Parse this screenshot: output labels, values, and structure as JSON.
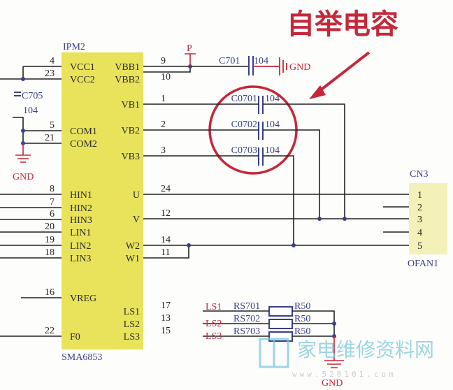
{
  "title": "自举电容",
  "ic": {
    "ref": "IPM2",
    "part": "SMA6853",
    "left_pins": [
      {
        "num": "4",
        "name": "VCC1"
      },
      {
        "num": "23",
        "name": "VCC2"
      },
      {
        "num": "5",
        "name": "COM1"
      },
      {
        "num": "21",
        "name": "COM2"
      },
      {
        "num": "8",
        "name": "HIN1"
      },
      {
        "num": "7",
        "name": "HIN2"
      },
      {
        "num": "6",
        "name": "HIN3"
      },
      {
        "num": "20",
        "name": "LIN1"
      },
      {
        "num": "19",
        "name": "LIN2"
      },
      {
        "num": "18",
        "name": "LIN3"
      },
      {
        "num": "16",
        "name": "VREG"
      },
      {
        "num": "22",
        "name": "F0"
      }
    ],
    "right_pins": [
      {
        "num": "9",
        "name": "VBB1"
      },
      {
        "num": "10",
        "name": "VBB2"
      },
      {
        "num": "1",
        "name": "VB1"
      },
      {
        "num": "2",
        "name": "VB2"
      },
      {
        "num": "3",
        "name": "VB3"
      },
      {
        "num": "24",
        "name": "U"
      },
      {
        "num": "12",
        "name": "V"
      },
      {
        "num": "14",
        "name": "W2"
      },
      {
        "num": "11",
        "name": "W1"
      },
      {
        "num": "17",
        "name": "LS1"
      },
      {
        "num": "13",
        "name": "LS2"
      },
      {
        "num": "15",
        "name": "LS3"
      }
    ]
  },
  "net_p": "P",
  "gnd": "GND",
  "c705": {
    "ref": "C705",
    "value": "104"
  },
  "c701": {
    "ref": "C701",
    "value": "104"
  },
  "bootstrap_caps": [
    {
      "ref": "C0701",
      "value": "104"
    },
    {
      "ref": "C0702",
      "value": "104"
    },
    {
      "ref": "C0703",
      "value": "104"
    }
  ],
  "connector": {
    "ref": "CN3",
    "name": "OFAN1",
    "pins": [
      "1",
      "2",
      "3",
      "4",
      "5"
    ]
  },
  "shunts": [
    {
      "net": "LS1",
      "ref": "RS701",
      "value": "R50"
    },
    {
      "net": "LS2",
      "ref": "RS702",
      "value": "R50"
    },
    {
      "net": "LS3",
      "ref": "RS703",
      "value": "R50"
    }
  ],
  "watermark": {
    "site": "家电维修资料网",
    "url": "www.520101.com"
  },
  "colors": {
    "ic_fill": "#e8e35a",
    "highlight": "#c4283a",
    "component": "#3a3f8a",
    "connector_fill": "#f3f1b8"
  }
}
